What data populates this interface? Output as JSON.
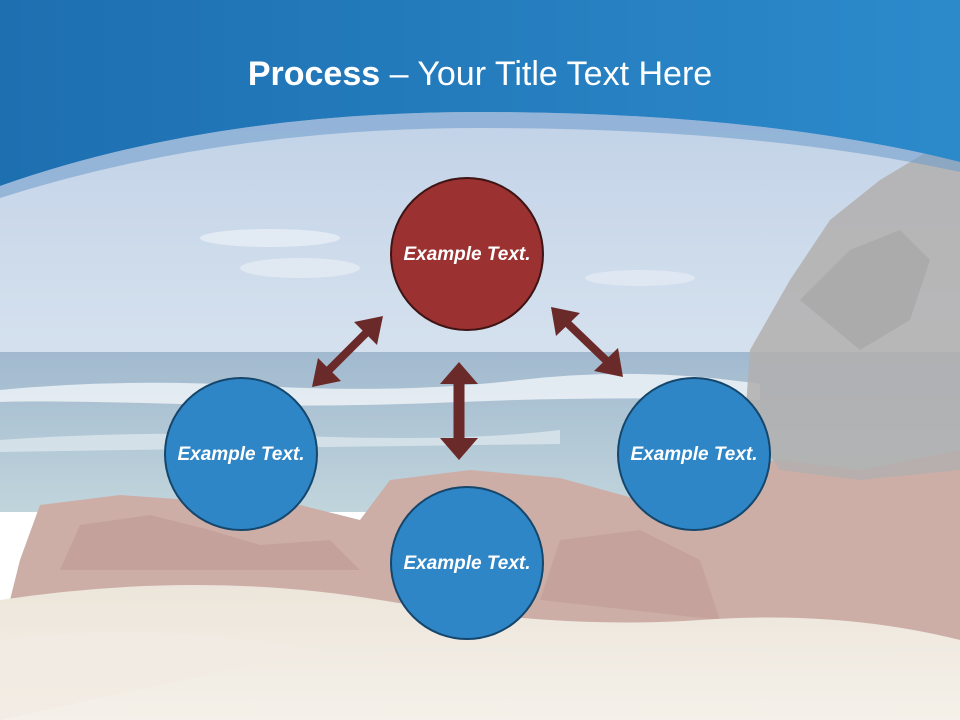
{
  "slide": {
    "title_bold": "Process",
    "title_rest": " – Your Title Text Here"
  },
  "diagram": {
    "top": "Example Text.",
    "left": "Example Text.",
    "right": "Example Text.",
    "bottom": "Example Text."
  },
  "colors": {
    "header_blue": "#1f74b6",
    "node_red": "#9b3131",
    "node_blue": "#2f86c6",
    "arrow": "#6b2a2a"
  }
}
